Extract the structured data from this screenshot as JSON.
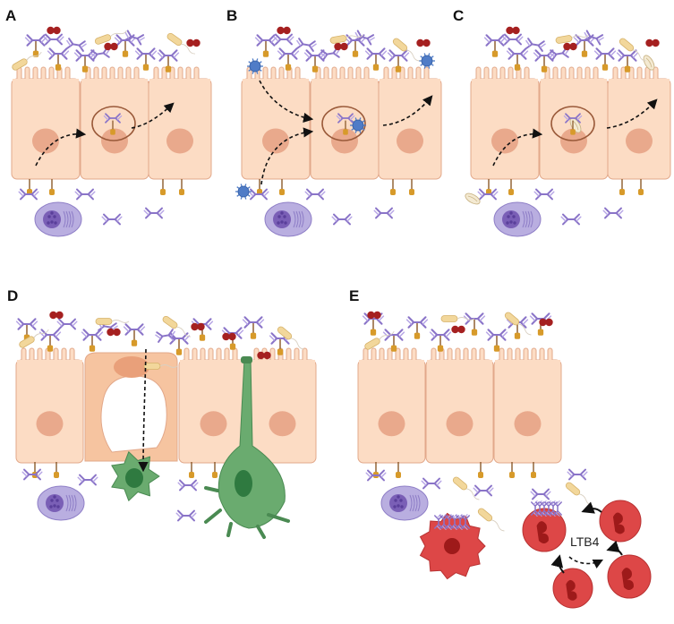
{
  "panels": {
    "a": {
      "label": "A"
    },
    "b": {
      "label": "B"
    },
    "c": {
      "label": "C"
    },
    "d": {
      "label": "D"
    },
    "e": {
      "label": "E"
    }
  },
  "annotations": {
    "mediator": "LTB4"
  },
  "colors": {
    "epithelium_fill": "#fcdcc4",
    "epithelium_stroke": "#e2a88a",
    "nucleus": "#e9a98c",
    "antibody": "#8a74c8",
    "antigen": "#d79a2a",
    "plasma_cell": "#b9aee0",
    "dendritic_cell": "#6aab6f",
    "neutrophil": "#dd4747",
    "virus": "#4f7cc7",
    "bacteria": "#f2d79b",
    "red_particle": "#a52020"
  },
  "icons": [
    "antibody-icon",
    "antigen-receptor-icon",
    "virus-icon",
    "bacterium-icon",
    "plasma-cell-icon",
    "dendritic-cell-icon",
    "neutrophil-icon",
    "dashed-arrow-icon"
  ]
}
